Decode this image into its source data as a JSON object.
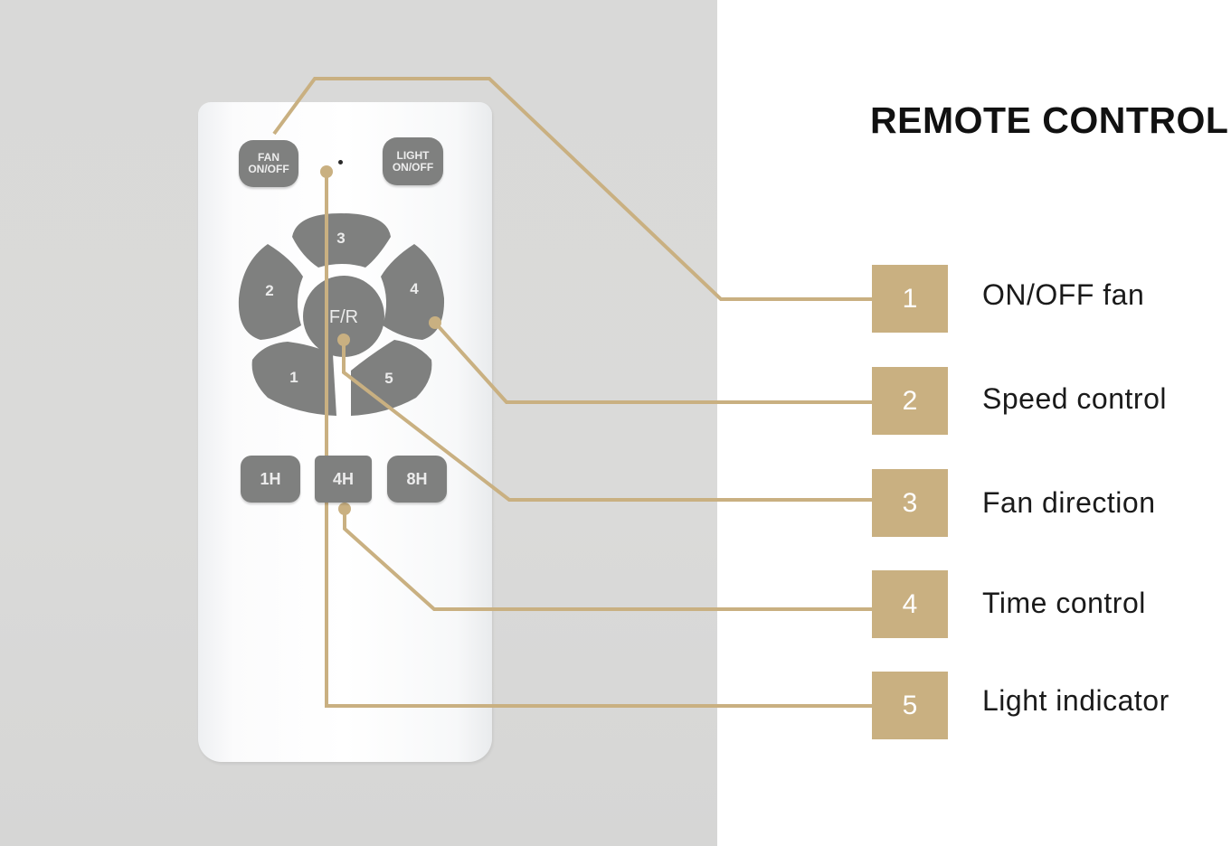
{
  "title": "REMOTE CONTROL",
  "accent_color": "#c9b081",
  "remote": {
    "fan_button": "FAN\nON/OFF",
    "light_button": "LIGHT\nON/OFF",
    "speed_buttons": [
      "3",
      "2",
      "4",
      "1",
      "5"
    ],
    "center_button": "F/R",
    "timer_buttons": [
      "1H",
      "4H",
      "8H"
    ]
  },
  "legend": [
    {
      "number": "1",
      "label": "ON/OFF fan"
    },
    {
      "number": "2",
      "label": "Speed control"
    },
    {
      "number": "3",
      "label": "Fan direction"
    },
    {
      "number": "4",
      "label": "Time control"
    },
    {
      "number": "5",
      "label": "Light indicator"
    }
  ]
}
